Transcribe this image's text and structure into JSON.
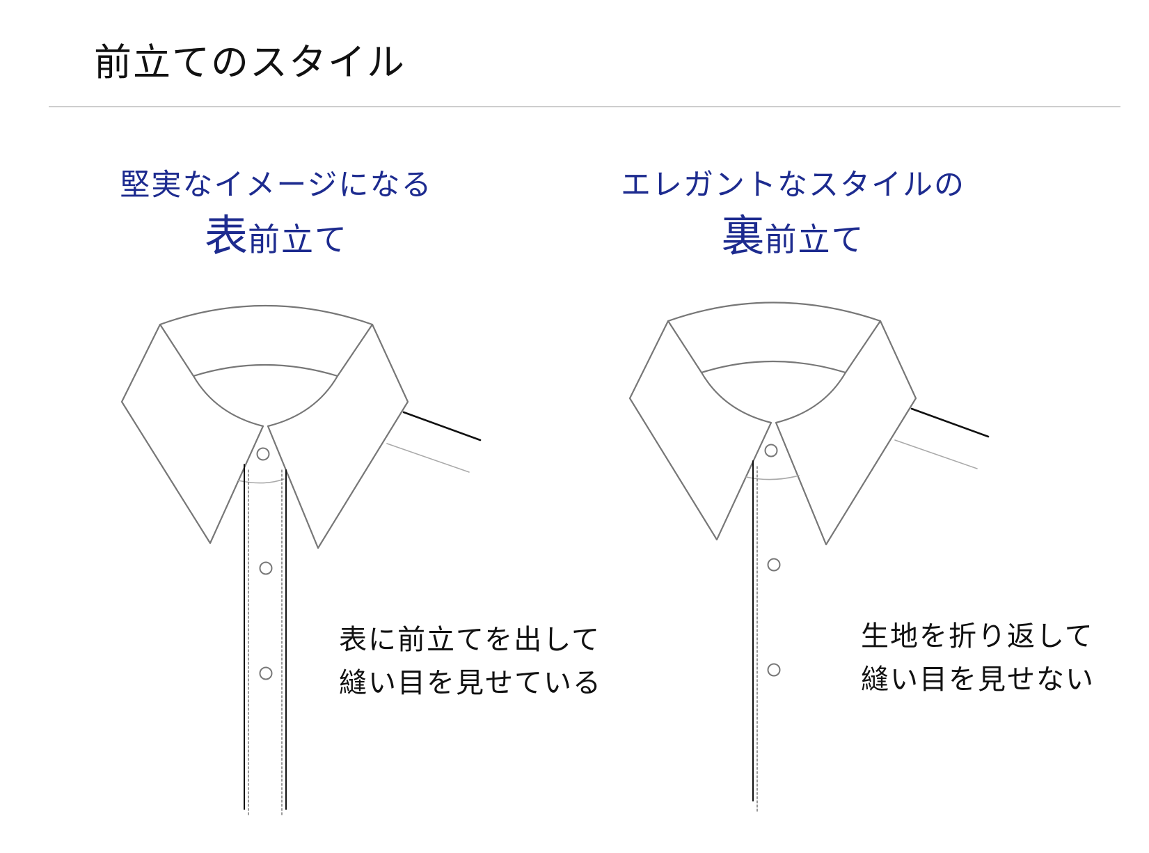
{
  "title": "前立てのスタイル",
  "panels": [
    {
      "id": "left",
      "subtitle": "堅実なイメージになる",
      "emphasis_char": "表",
      "heading_rest": "前立て",
      "notes": [
        "表に前立てを出して",
        "縫い目を見せている"
      ]
    },
    {
      "id": "right",
      "subtitle": "エレガントなスタイルの",
      "emphasis_char": "裏",
      "heading_rest": "前立て",
      "notes": [
        "生地を折り返して",
        "縫い目を見せない"
      ]
    }
  ],
  "colors": {
    "heading": "#1d2b8f",
    "text": "#111111",
    "outline": "#777777",
    "divider": "#8e8e8e"
  }
}
